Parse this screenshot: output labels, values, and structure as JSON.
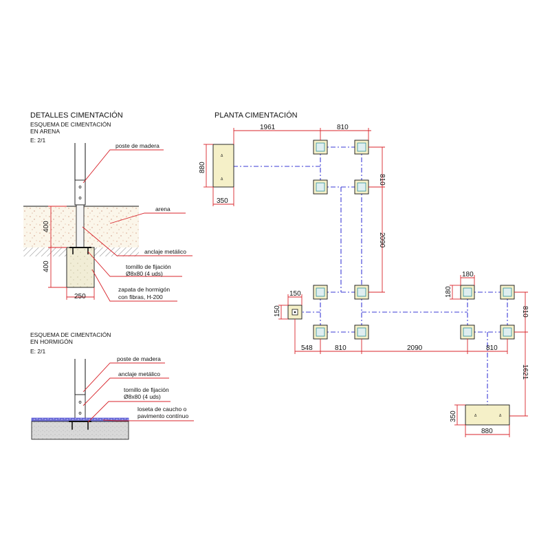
{
  "left_panel": {
    "title": "DETALLES CIMENTACIÓN",
    "sand": {
      "heading_line1": "ESQUEMA DE CIMENTACIÓN",
      "heading_line2": "EN ARENA",
      "scale": "E: 2/1",
      "labels": {
        "post": "poste de madera",
        "sand": "arena",
        "anchor": "anclaje metálico",
        "bolt_line1": "tornillo de fijación",
        "bolt_line2": "Ø8x80 (4 uds)",
        "footing_line1": "zapata de hormigón",
        "footing_line2": "con fibras, H-200"
      },
      "dims": {
        "upper": "400",
        "lower": "400",
        "width": "250"
      }
    },
    "concrete": {
      "heading_line1": "ESQUEMA DE CIMENTACIÓN",
      "heading_line2": "EN HORMIGÓN",
      "scale": "E: 2/1",
      "labels": {
        "post": "poste de madera",
        "anchor": "anclaje metálico",
        "bolt_line1": "tornillo de fijación",
        "bolt_line2": "Ø8x80 (4 uds)",
        "tile_line1": "loseta de caucho o",
        "tile_line2": "pavimento contínuo"
      }
    }
  },
  "plan": {
    "title": "PLANTA CIMENTACIÓN",
    "dims": {
      "top_span": "1961",
      "top_module": "810",
      "left_block_h": "880",
      "left_block_w": "350",
      "right_module_v": "810",
      "vertical_gap": "2090",
      "small_block_w": "150",
      "small_block_h": "150",
      "post_w": "180",
      "post_h": "180",
      "bottom_offset": "548",
      "bottom_module_1": "810",
      "bottom_gap": "2090",
      "bottom_module_2": "810",
      "right_module_v2": "810",
      "right_drop": "1621",
      "bottom_block_h": "350",
      "bottom_block_w": "880"
    }
  }
}
